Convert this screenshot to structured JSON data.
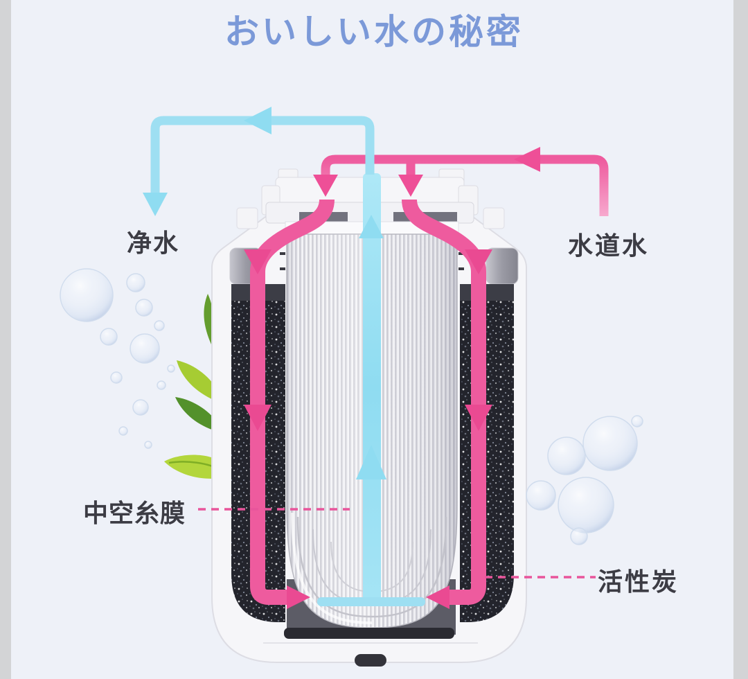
{
  "title": "おいしい水の秘密",
  "diagram": {
    "labels": {
      "purified_water": "净水",
      "tap_water": "水道水",
      "hollow_fiber_membrane": "中空糸膜",
      "activated_carbon": "活性炭"
    },
    "flows": [
      {
        "name": "purified-water-flow",
        "color": "#9edff2",
        "description": "up through hollow fiber center, out top, exits left and down"
      },
      {
        "name": "tap-water-flow",
        "color": "#ee5b9e",
        "description": "enters from right, down into cap, down both activated-carbon sides, inward at bottom"
      }
    ],
    "callouts": [
      {
        "label": "中空糸膜",
        "line_color": "#e8559b",
        "style": "dashed"
      },
      {
        "label": "活性炭",
        "line_color": "#e8559b",
        "style": "dashed"
      }
    ],
    "colors": {
      "background": "#eef1f8",
      "edge_strip": "#d3d4d6",
      "title_text": "#7b99d8",
      "label_text": "#3c3c44",
      "cyan_arrow": "#9edff2",
      "pink_arrow": "#ee5b9e",
      "carbon_fill": "#23242c",
      "membrane_stripe": "#cdcdd5",
      "housing_white": "#f6f6f9",
      "leaf_green": "#a6cc33"
    },
    "decorations": [
      "water-bubbles-left",
      "water-bubbles-right",
      "green-leaves"
    ]
  }
}
